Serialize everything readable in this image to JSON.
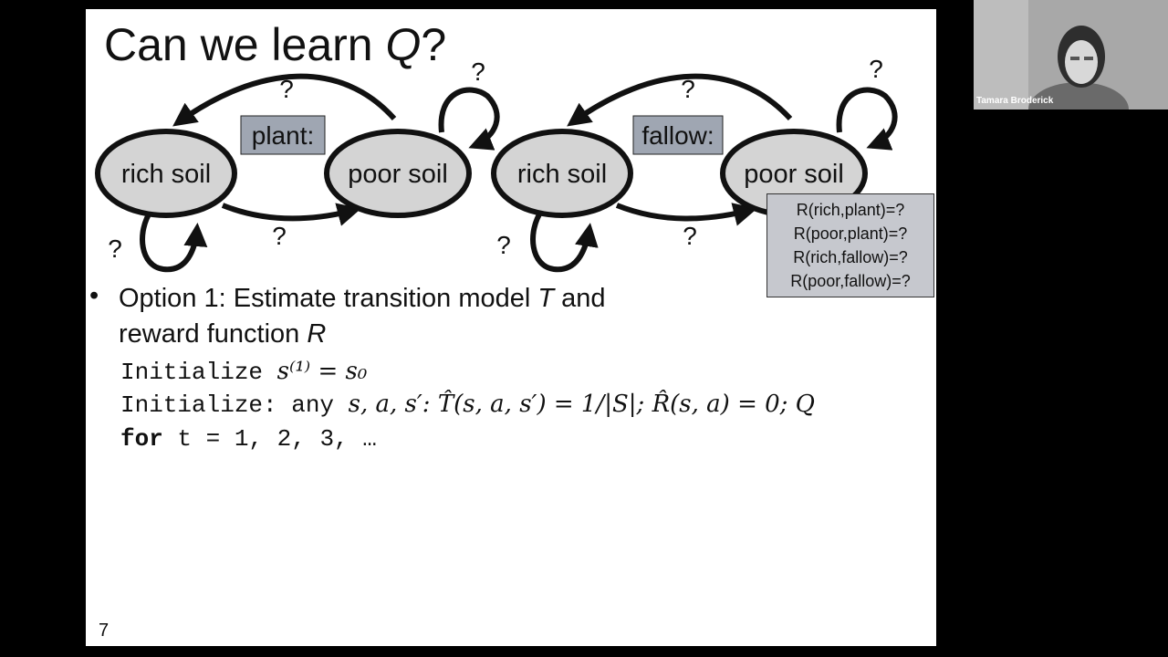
{
  "slide": {
    "title_main": "Can we learn ",
    "title_var": "Q",
    "title_end": "?",
    "diagram_left": {
      "state_a": "rich soil",
      "state_b": "poor soil",
      "action": "plant:",
      "q_top": "?",
      "q_bottom": "?",
      "q_self_a": "?",
      "q_self_b": "?"
    },
    "diagram_right": {
      "state_a": "rich soil",
      "state_b": "poor soil",
      "action": "fallow:",
      "q_top": "?",
      "q_bottom": "?",
      "q_self_a": "?",
      "q_self_b": "?"
    },
    "rewards": [
      "R(rich,plant)=?",
      "R(poor,plant)=?",
      "R(rich,fallow)=?",
      "R(poor,fallow)=?"
    ],
    "bullet": "•",
    "option1_line1": "Option 1: Estimate transition model ",
    "option1_T": "T",
    "option1_and": " and",
    "option1_line2": "reward function ",
    "option1_R": "R",
    "code": {
      "init1_kw": "Initialize ",
      "init1_math": "s⁽¹⁾ = s₀",
      "init2_kw": "Initialize: any ",
      "init2_math": "s, a, s′: T̂(s, a, s′) = 1/|S|; R̂(s, a) = 0; Q",
      "for_kw": "for",
      "for_rest": " t = 1, 2, 3, …"
    },
    "page_number": "7"
  },
  "video": {
    "participant_name": "Tamara Broderick"
  },
  "colors": {
    "node_fill": "#d4d4d4",
    "action_box": "#9fa6b2",
    "reward_box": "#c6c8ce",
    "background": "#000000"
  }
}
